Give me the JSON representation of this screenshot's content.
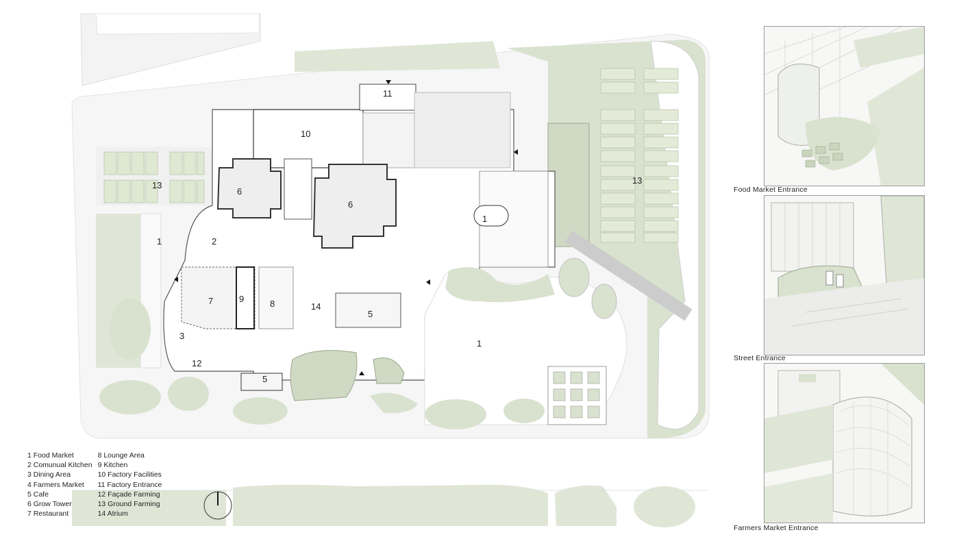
{
  "plan_labels": {
    "n1_left": "1",
    "n1_center": "1",
    "n1_bottom": "1",
    "n2": "2",
    "n3": "3",
    "n5_cafe": "5",
    "n5_bottom": "5",
    "n6_left": "6",
    "n6_right": "6",
    "n7": "7",
    "n8": "8",
    "n9": "9",
    "n10": "10",
    "n11": "11",
    "n12": "12",
    "n13_left": "13",
    "n13_right": "13",
    "n14": "14"
  },
  "legend": {
    "col1": [
      "1 Food Market",
      "2 Comunual Kitchen",
      "3 Dining Area",
      "4 Farmers Market",
      "5 Cafe",
      "6 Grow Tower",
      "7 Restaurant"
    ],
    "col2": [
      "8 Lounge Area",
      "9 Kitchen",
      "10 Factory Facilities",
      "11 Factory Entrance",
      "12 Façade Farming",
      "13 Ground Farming",
      "14 Atrium"
    ]
  },
  "views": [
    {
      "caption": "Food Market Entrance"
    },
    {
      "caption": "Street Entrance"
    },
    {
      "caption": "Farmers Market Entrance"
    }
  ],
  "colors": {
    "green": "#d9e2cf",
    "green_dark": "#c9d5bc",
    "grey_fill": "#eeeeee",
    "line": "#555555"
  }
}
